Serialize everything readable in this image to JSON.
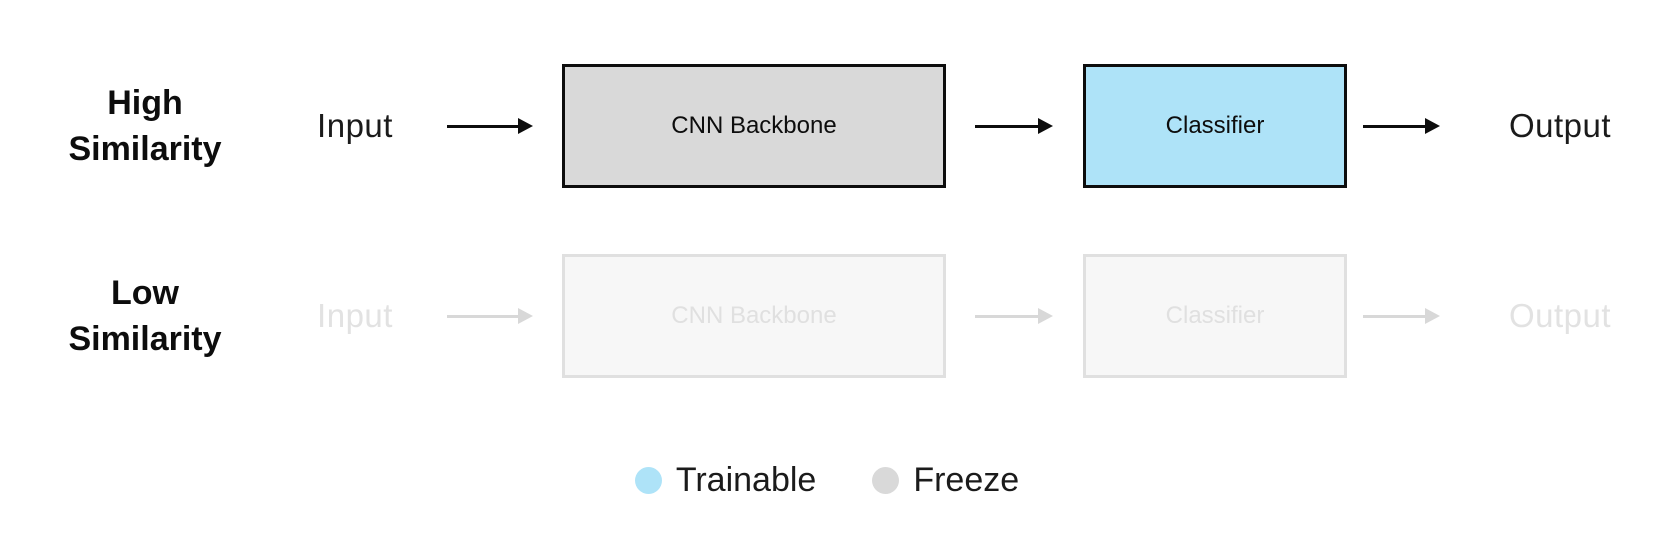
{
  "figure": {
    "rows": [
      {
        "name": "high-similarity",
        "row_label_lines": [
          "High",
          "Similarity"
        ],
        "input_label": "Input",
        "nodes": [
          {
            "label": "CNN Backbone",
            "state": "freeze",
            "fill": "#d9d9d9"
          },
          {
            "label": "Classifier",
            "state": "trainable",
            "fill": "#aee3f8"
          }
        ],
        "output_label": "Output",
        "faded": false
      },
      {
        "name": "low-similarity",
        "row_label_lines": [
          "Low",
          "Similarity"
        ],
        "input_label": "Input",
        "nodes": [
          {
            "label": "CNN Backbone",
            "state": "faded",
            "fill": "#f7f7f7"
          },
          {
            "label": "Classifier",
            "state": "faded",
            "fill": "#f7f7f7"
          }
        ],
        "output_label": "Output",
        "faded": true
      }
    ],
    "legend": {
      "items": [
        {
          "label": "Trainable",
          "color": "#aee3f8"
        },
        {
          "label": "Freeze",
          "color": "#d9d9d9"
        }
      ]
    },
    "colors": {
      "trainable_fill": "#aee3f8",
      "freeze_fill": "#d9d9d9",
      "active_stroke": "#0d0d0d",
      "faded_fill": "#f7f7f7",
      "faded_stroke": "#e0e0e0",
      "faded_text": "#e2e2e2",
      "faded_arrow": "#d8d8d8",
      "background": "#ffffff"
    }
  }
}
